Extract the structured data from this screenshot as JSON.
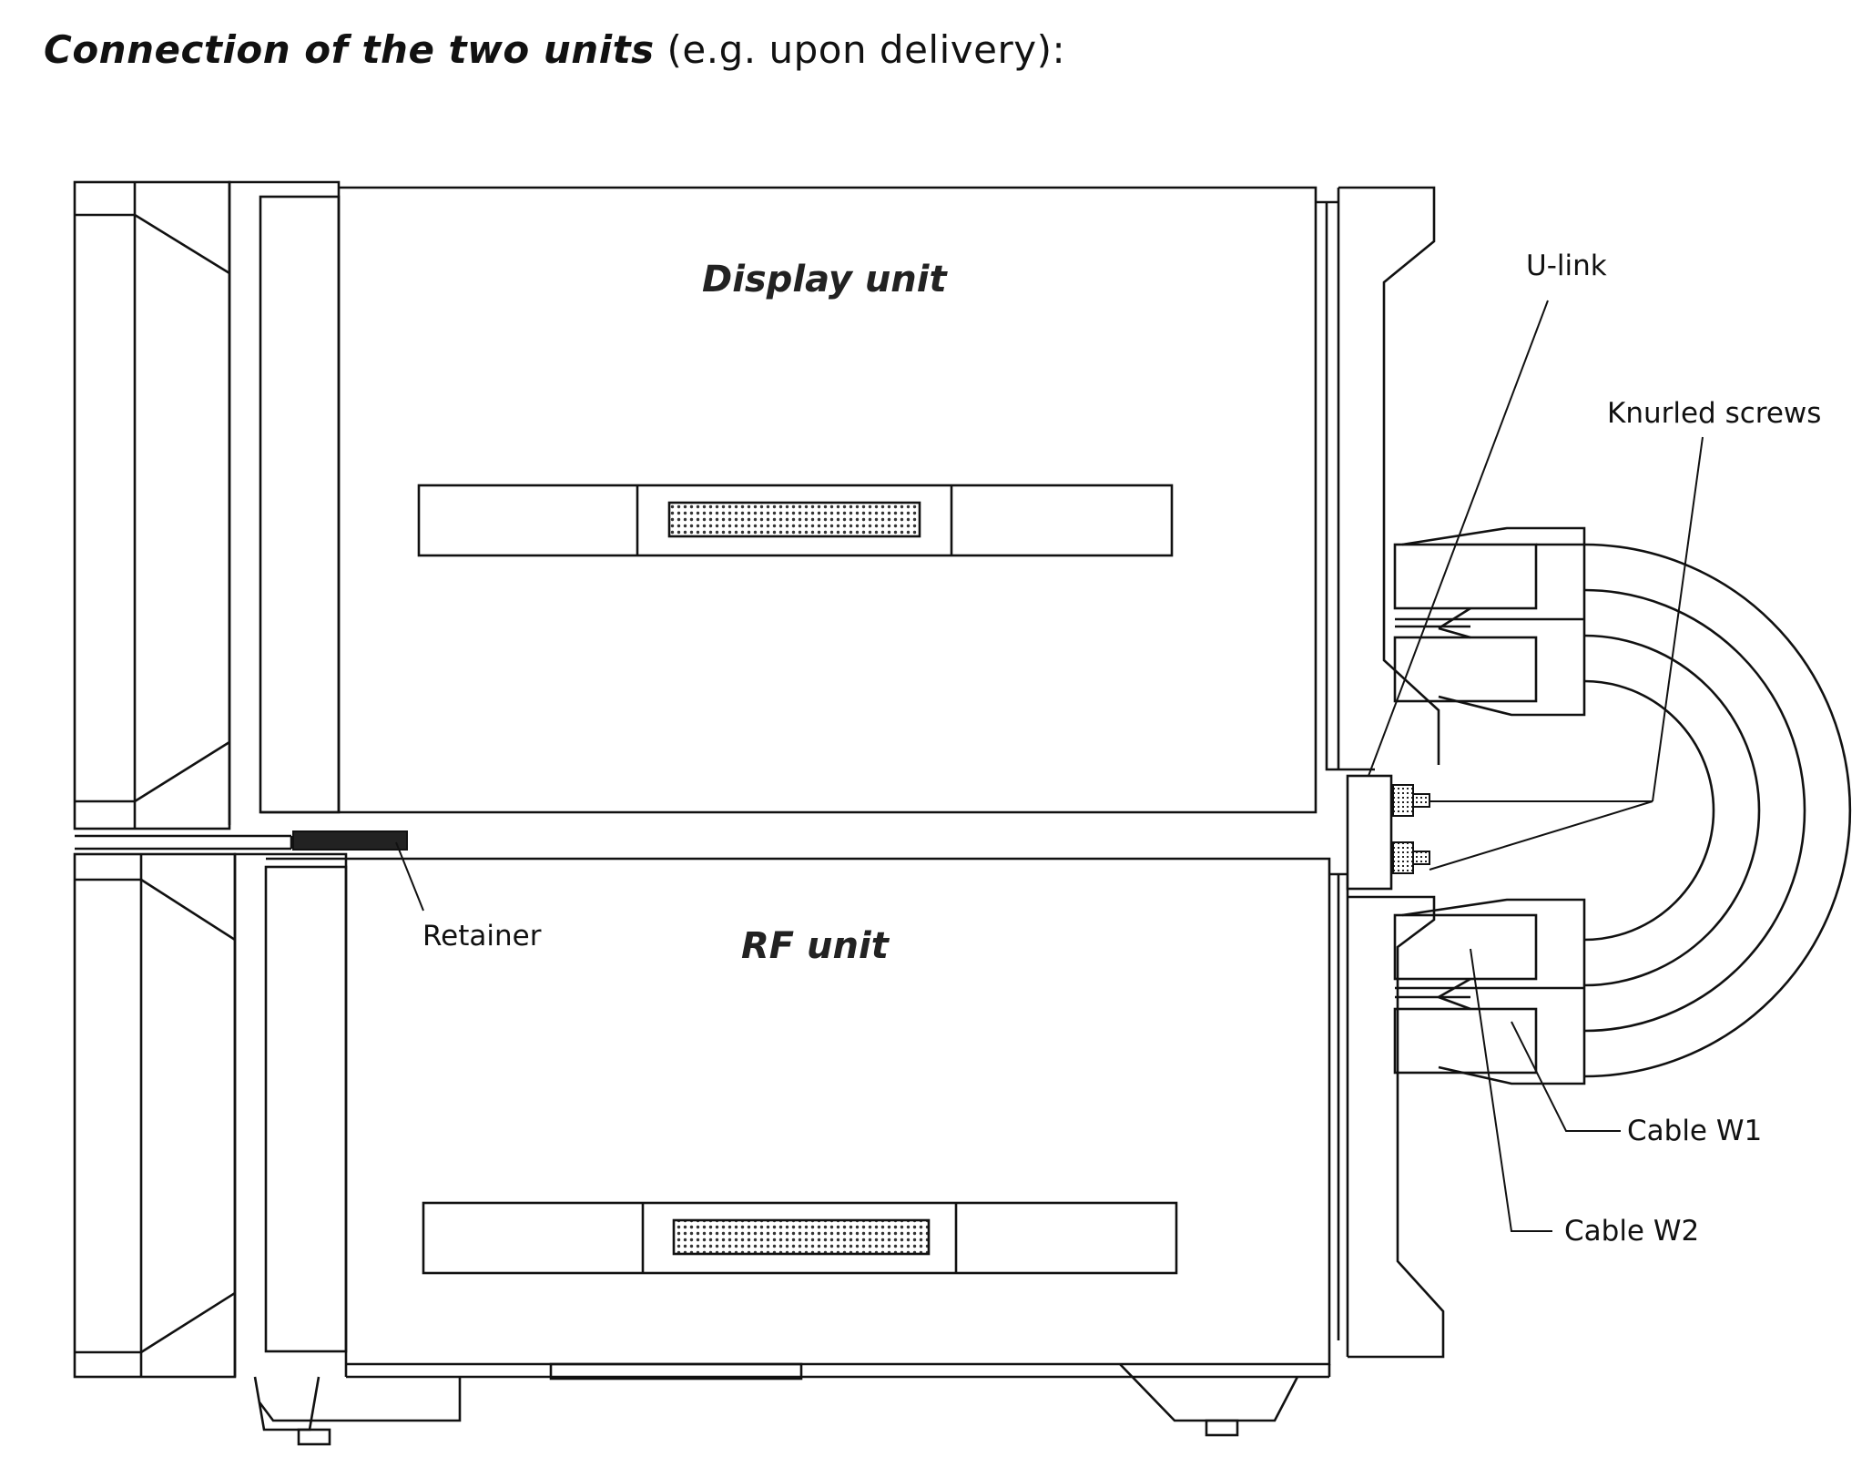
{
  "heading": {
    "bold_text": "Connection of the two units",
    "plain_text": " (e.g. upon delivery):"
  },
  "units": {
    "top": "Display unit",
    "bottom": "RF unit"
  },
  "callouts": {
    "u_link": "U-link",
    "knurled_screws": "Knurled screws",
    "retainer": "Retainer",
    "cable_w1": "Cable W1",
    "cable_w2": "Cable W2"
  }
}
